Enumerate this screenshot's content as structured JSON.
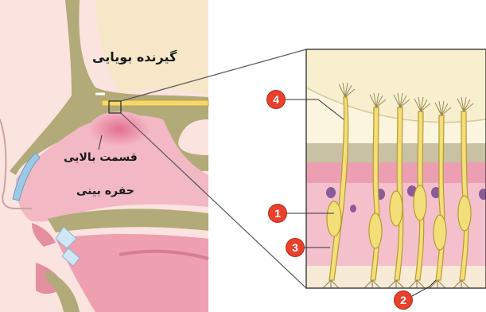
{
  "labels": {
    "olfactory_receptor": "گیرنده بویایی",
    "upper_part": "قسمت بالایی",
    "nasal_cavity": "حفره بینی"
  },
  "callouts": [
    "4",
    "1",
    "3",
    "2"
  ]
}
